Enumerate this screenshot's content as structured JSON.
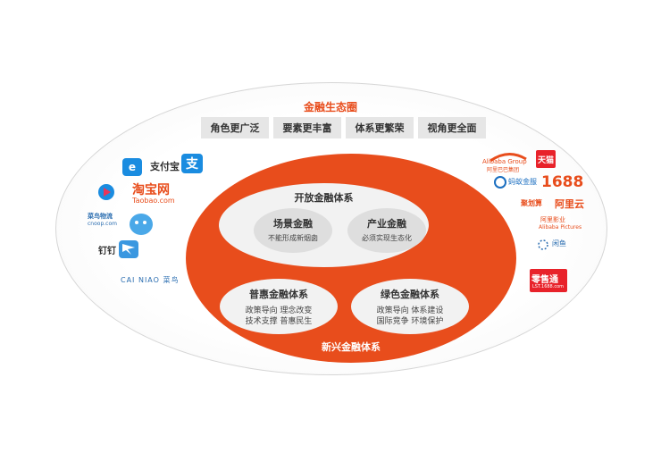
{
  "ecosystem": {
    "title": "金融生态圈",
    "tags": [
      "角色更广泛",
      "要素更丰富",
      "体系更繁荣",
      "视角更全面"
    ]
  },
  "open_system": {
    "title": "开放金融体系",
    "items": [
      {
        "title": "场景金融",
        "desc": "不能形成新烟囱"
      },
      {
        "title": "产业金融",
        "desc": "必须实现生态化"
      }
    ]
  },
  "bottom_systems": [
    {
      "title": "普惠金融体系",
      "lines": [
        "政策导向  理念改变",
        "技术支撑  普惠民生"
      ]
    },
    {
      "title": "绿色金融体系",
      "lines": [
        "政策导向  体系建设",
        "国际竞争  环境保护"
      ]
    }
  ],
  "new_system": {
    "title": "新兴金融体系"
  },
  "left_logos": {
    "alipay": "支付宝",
    "alipay_glyph": "支",
    "taobao": "淘宝网",
    "taobao_sub": "Taobao.com",
    "yuanbao_glyph": "e",
    "cnbao": "菜鸟物流",
    "cnbao_sub": "cnoop.com",
    "dingding": "钉钉",
    "cainiao": "CAI NIAO 菜鸟"
  },
  "right_logos": {
    "alibaba_group": "Alibaba Group",
    "alibaba_cn": "阿里巴巴集团",
    "tmall": "天猫",
    "ant": "蚂蚁金服",
    "n1688": "1688",
    "juhuasuan": "聚划算",
    "aliyun": "阿里云",
    "alibaba_pictures": "阿里影业",
    "alibaba_pictures_en": "Alibaba Pictures",
    "xianyu": "闲鱼",
    "lingshoutong": "零售通",
    "lst_sub": "LST.1688.com"
  },
  "colors": {
    "accent": "#e84d1c",
    "tag_bg": "#e6e6e6"
  }
}
